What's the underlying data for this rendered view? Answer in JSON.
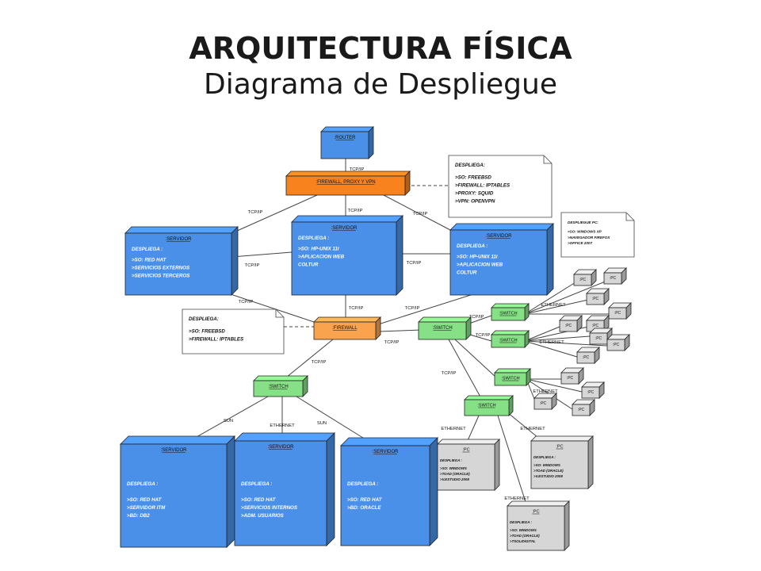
{
  "title": "ARQUITECTURA FÍSICA",
  "subtitle": "Diagrama de Despliegue",
  "colors": {
    "server_blue": "#4a90e8",
    "firewall_orange": "#f7821e",
    "firewall_light": "#f9a34e",
    "switch_green": "#86e086",
    "pc_gray": "#d6d6d6",
    "note_white": "#ffffff"
  },
  "nodes": {
    "router": {
      "label": ":ROUTER"
    },
    "firewall_proxy": {
      "label": ":FIREWALL, PROXY Y VPN"
    },
    "server_left": {
      "label": ":SERVIDOR",
      "lines": [
        "DESPLIEGA :",
        ">SO: RED HAT",
        ">SERVICIOS EXTERNOS",
        ">SERVICIOS TERCEROS"
      ]
    },
    "server_mid": {
      "label": ":SERVIDOR",
      "lines": [
        "DESPLIEGA :",
        ">SO: HP-UNIX 11i",
        ">APLICACION WEB",
        "COLTUR"
      ]
    },
    "server_right": {
      "label": ":SERVIDOR",
      "lines": [
        "DESPLIEGA :",
        ">SO: HP-UNIX 11i",
        ">APLICACION WEB",
        "COLTUR"
      ]
    },
    "firewall": {
      "label": ":FIREWALL"
    },
    "switch_center": {
      "label": ":SWITCH"
    },
    "switch_left": {
      "label": ":SWITCH"
    },
    "switch_1": {
      "label": ":SWITCH"
    },
    "switch_2": {
      "label": ":SWITCH"
    },
    "switch_3": {
      "label": ":SWITCH"
    },
    "switch_4": {
      "label": ":SWITCH"
    },
    "server_bottom_1": {
      "label": ":SERVIDOR",
      "lines": [
        "DESPLIEGA :",
        ">SO: RED HAT",
        ">SERVIDOR ITM",
        ">BD: DB2"
      ]
    },
    "server_bottom_2": {
      "label": ":SERVIDOR",
      "lines": [
        "DESPLIEGA :",
        ">SO: RED HAT",
        ">SERVICIOS INTERNOS",
        ">ADM. USUARIOS"
      ]
    },
    "server_bottom_3": {
      "label": ":SERVIDOR",
      "lines": [
        "DESPLIEGA :",
        ">SO: RED HAT",
        ">BD: ORACLE"
      ]
    },
    "pc_big_1": {
      "label": ":PC",
      "lines": [
        "DESPLIEGA :",
        ">SO: WINDOWS",
        ">TOAD (ORACLE)",
        ">V.ESTUDIO 2008"
      ]
    },
    "pc_big_2": {
      "label": ":PC",
      "lines": [
        "DESPLIEGA :",
        ">SO: WINDOWS",
        ">TOAD (ORACLE)",
        ">V.ESTUDIO 2008"
      ]
    },
    "pc_big_3": {
      "label": ":PC",
      "lines": [
        "DESPLIEGA :",
        ">SO: WINDOWS",
        ">TOAD (ORACLE)",
        ">TSOLIDIGITAL"
      ]
    },
    "pc_small_label": ":PC"
  },
  "notes": {
    "note_top": {
      "lines": [
        "DESPLIEGA:",
        ">SO: FREEBSD",
        ">FIREWALL: IPTABLES",
        ">PROXY: SQUID",
        ">VPN: OPENVPN"
      ]
    },
    "note_pc": {
      "lines": [
        "DESPLIEGUE PC:",
        ">SO: WINDOWS XP",
        ">NAVEGADOR FIREFOX",
        ">OFFICE 2007"
      ]
    },
    "note_firewall": {
      "lines": [
        "DESPLIEGA:",
        ">SO: FREEBSD",
        ">FIREWALL: IPTABLES"
      ]
    }
  },
  "link_labels": {
    "tcpip": "TCP/IP",
    "ethernet": "ETHERNET",
    "sun": "SUN"
  }
}
